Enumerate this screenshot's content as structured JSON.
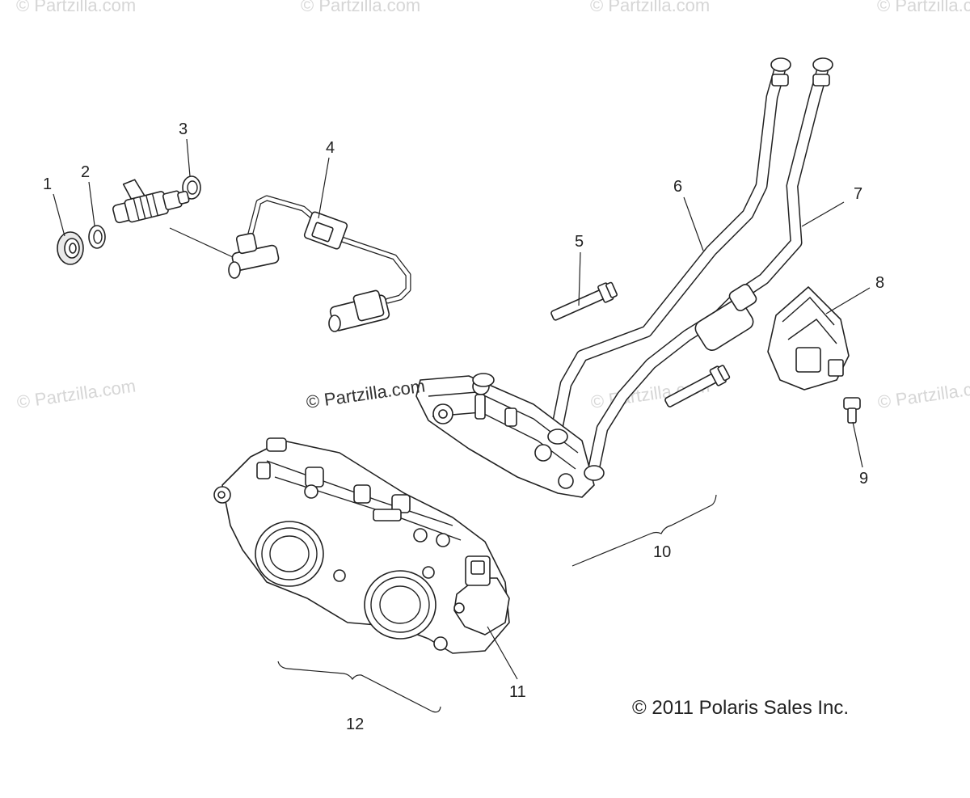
{
  "watermark": {
    "text": "© Partzilla.com",
    "center_text": "© Partzilla.com"
  },
  "callouts": [
    "1",
    "2",
    "3",
    "4",
    "5",
    "6",
    "7",
    "8",
    "9",
    "10",
    "11",
    "12"
  ],
  "copyright": "© 2011 Polaris Sales Inc."
}
